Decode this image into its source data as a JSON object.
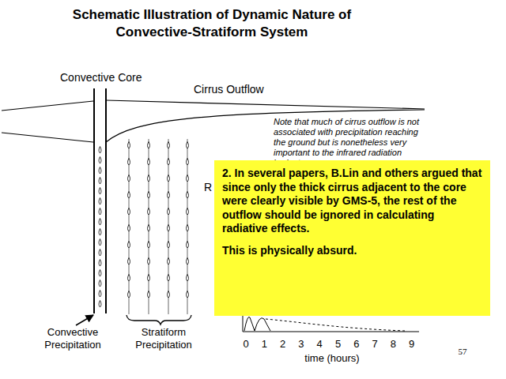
{
  "diagram": {
    "title": "Schematic Illustration of Dynamic Nature of Convective-Stratiform System",
    "nodes": [
      {
        "text": [
          "2. In several papers, B.Lin and others argued that since only the thick cirrus adjacent to the core were clearly visible by GMS-5, the rest of the outflow should be ignored in calculating radiative effects.",
          "This is physically absurd."
        ]
      }
    ],
    "labels": [
      "Convective Core",
      "Cirrus Outflow",
      "Note that much of cirrus outflow is not associated with precipitation reaching the ground but is nonetheless very important to the infrared radiation budget.",
      "R",
      "Convective Precipitation",
      "Stratiform Precipitation",
      "0",
      "1",
      "2",
      "3",
      "4",
      "5",
      "6",
      "7",
      "8",
      "9",
      "time (hours)",
      "57"
    ]
  }
}
